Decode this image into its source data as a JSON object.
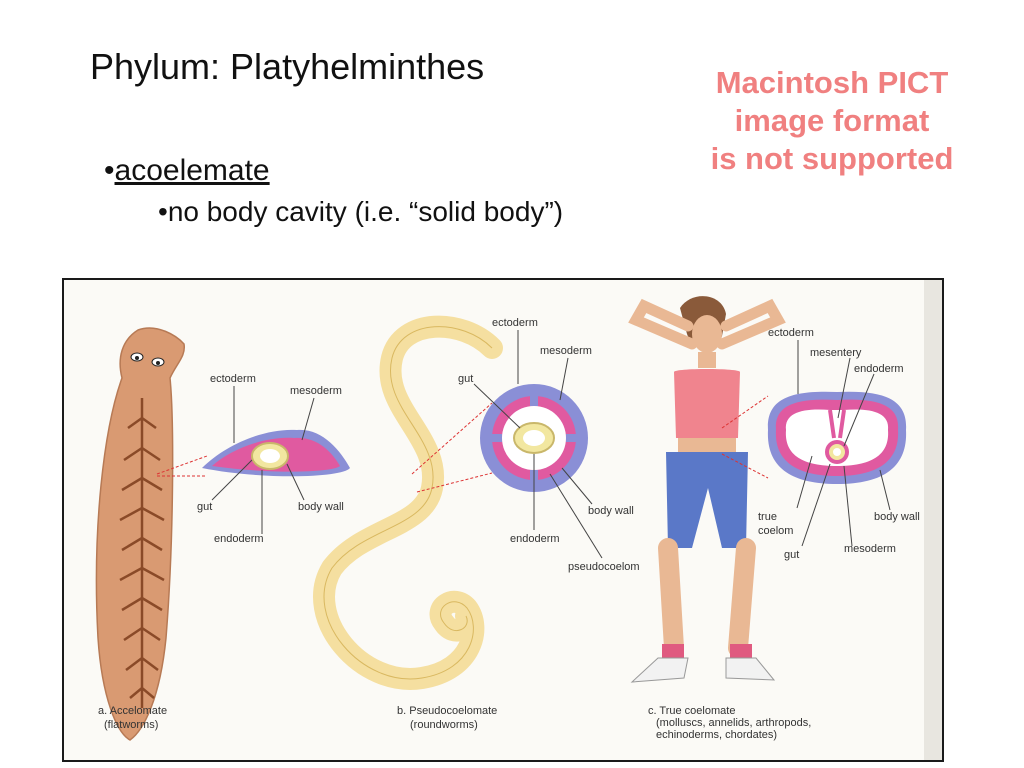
{
  "slide": {
    "title": "Phylum:  Platyhelminthes",
    "bullets": [
      {
        "text": "acoelemate",
        "level": 1,
        "underline": true
      },
      {
        "text": "no body cavity (i.e. “solid body”)",
        "level": 2
      }
    ]
  },
  "placeholder": {
    "lines": [
      "Macintosh PICT",
      "image format",
      "is not supported"
    ],
    "color": "#f08080"
  },
  "figure": {
    "panels": [
      {
        "id": "acoelomate",
        "caption": [
          "a. Accelomate",
          "(flatworms)"
        ],
        "labels": {
          "ectoderm": "ectoderm",
          "mesoderm": "mesoderm",
          "gut": "gut",
          "body_wall": "body wall",
          "endoderm": "endoderm"
        }
      },
      {
        "id": "pseudocoelomate",
        "caption": [
          "b. Pseudocoelomate",
          "(roundworms)"
        ],
        "labels": {
          "ectoderm": "ectoderm",
          "mesoderm": "mesoderm",
          "gut": "gut",
          "body_wall": "body wall",
          "endoderm": "endoderm",
          "pseudocoelom": "pseudocoelom"
        }
      },
      {
        "id": "true-coelomate",
        "caption": [
          "c. True coelomate",
          "(molluscs, annelids, arthropods,",
          "echinoderms, chordates)"
        ],
        "labels": {
          "ectoderm": "ectoderm",
          "mesentery": "mesentery",
          "endoderm": "endoderm",
          "true_coelom_1": "true",
          "true_coelom_2": "coelom",
          "gut": "gut",
          "mesoderm": "mesoderm",
          "body_wall": "body wall"
        }
      }
    ],
    "colors": {
      "ectoderm": "#8a8fd6",
      "mesoderm": "#e05aa0",
      "endoderm": "#f2e7a0",
      "flatworm": "#d99a72",
      "roundworm": "#f5dfa0",
      "frame": "#1a1a1a"
    }
  }
}
